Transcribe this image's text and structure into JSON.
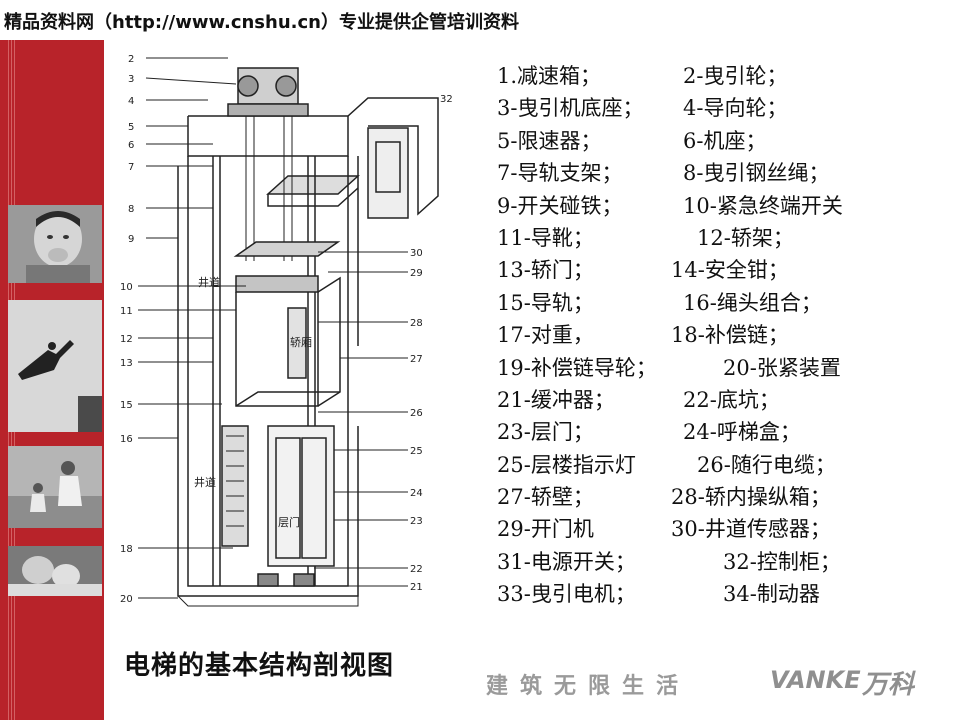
{
  "watermark": "精品资料网（http://www.cnshu.cn）专业提供企管培训资料",
  "title": "电梯的基本结构剖视图",
  "slogan": "建筑无限生活",
  "brand": {
    "name": "VANKE",
    "name_cn": "万科"
  },
  "colors": {
    "band": "#b8232a",
    "brand_gray": "#8f8f8f"
  },
  "legend": [
    [
      "1.减速箱；",
      "2-曳引轮；"
    ],
    [
      "3-曳引机底座；",
      "4-导向轮；"
    ],
    [
      "5-限速器；",
      "6-机座；"
    ],
    [
      "7-导轨支架；",
      "8-曳引钢丝绳；"
    ],
    [
      "9-开关碰铁；",
      "10-紧急终端开关"
    ],
    [
      "11-导靴；",
      "12-轿架；"
    ],
    [
      "13-轿门；",
      "14-安全钳；"
    ],
    [
      "15-导轨；",
      "16-绳头组合；"
    ],
    [
      "17-对重，",
      "18-补偿链；"
    ],
    [
      "19-补偿链导轮；",
      "20-张紧装置"
    ],
    [
      "21-缓冲器；",
      "22-底坑；"
    ],
    [
      "23-层门；",
      "24-呼梯盒；"
    ],
    [
      "25-层楼指示灯",
      "26-随行电缆；"
    ],
    [
      "27-轿壁；",
      "28-轿内操纵箱；"
    ],
    [
      "29-开门机",
      "30-井道传感器；"
    ],
    [
      "31-电源开关；",
      "32-控制柜；"
    ],
    [
      "33-曳引电机；",
      "34-制动器"
    ]
  ],
  "diagram_labels": {
    "left": [
      "2",
      "3",
      "4",
      "5",
      "6",
      "7",
      "8",
      "9",
      "10",
      "11",
      "12",
      "13",
      "15",
      "16",
      "18",
      "20"
    ],
    "right": [
      "32",
      "30",
      "29",
      "28",
      "27",
      "26",
      "25",
      "24",
      "23",
      "22",
      "21"
    ],
    "zones": [
      "井道",
      "轿厢",
      "井道",
      "层门"
    ]
  }
}
